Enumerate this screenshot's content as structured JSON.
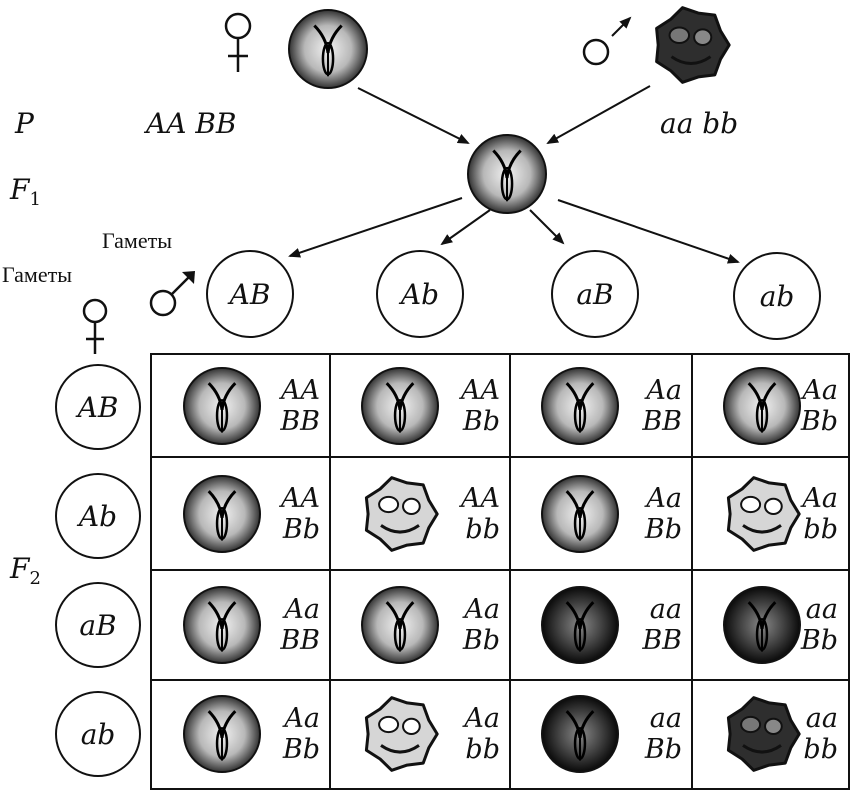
{
  "parents": {
    "female_genotype": "AA BB",
    "male_genotype": "aa bb",
    "female_seed": "yellow-round",
    "male_seed": "green-wrinkled"
  },
  "generations": {
    "p": "P",
    "f1": "F",
    "f1_sub": "1",
    "f2": "F",
    "f2_sub": "2"
  },
  "labels": {
    "gametes_male": "Гаметы",
    "gametes_female": "Гаметы"
  },
  "icons": {
    "female": "female-sign-icon",
    "male": "male-sign-icon"
  },
  "male_gametes": [
    "AB",
    "Ab",
    "aB",
    "ab"
  ],
  "female_gametes": [
    "AB",
    "Ab",
    "aB",
    "ab"
  ],
  "cells": [
    [
      {
        "g1": "AA",
        "g2": "BB",
        "seed": "yellow-round"
      },
      {
        "g1": "AA",
        "g2": "Bb",
        "seed": "yellow-round"
      },
      {
        "g1": "Aa",
        "g2": "BB",
        "seed": "yellow-round"
      },
      {
        "g1": "Aa",
        "g2": "Bb",
        "seed": "yellow-round"
      }
    ],
    [
      {
        "g1": "AA",
        "g2": "Bb",
        "seed": "yellow-round"
      },
      {
        "g1": "AA",
        "g2": "bb",
        "seed": "yellow-wrinkled"
      },
      {
        "g1": "Aa",
        "g2": "Bb",
        "seed": "yellow-round"
      },
      {
        "g1": "Aa",
        "g2": "bb",
        "seed": "yellow-wrinkled"
      }
    ],
    [
      {
        "g1": "Aa",
        "g2": "BB",
        "seed": "yellow-round"
      },
      {
        "g1": "Aa",
        "g2": "Bb",
        "seed": "yellow-round"
      },
      {
        "g1": "aa",
        "g2": "BB",
        "seed": "green-round"
      },
      {
        "g1": "aa",
        "g2": "Bb",
        "seed": "green-round"
      }
    ],
    [
      {
        "g1": "Aa",
        "g2": "Bb",
        "seed": "yellow-round"
      },
      {
        "g1": "Aa",
        "g2": "bb",
        "seed": "yellow-wrinkled"
      },
      {
        "g1": "aa",
        "g2": "Bb",
        "seed": "green-round"
      },
      {
        "g1": "aa",
        "g2": "bb",
        "seed": "green-wrinkled"
      }
    ]
  ]
}
